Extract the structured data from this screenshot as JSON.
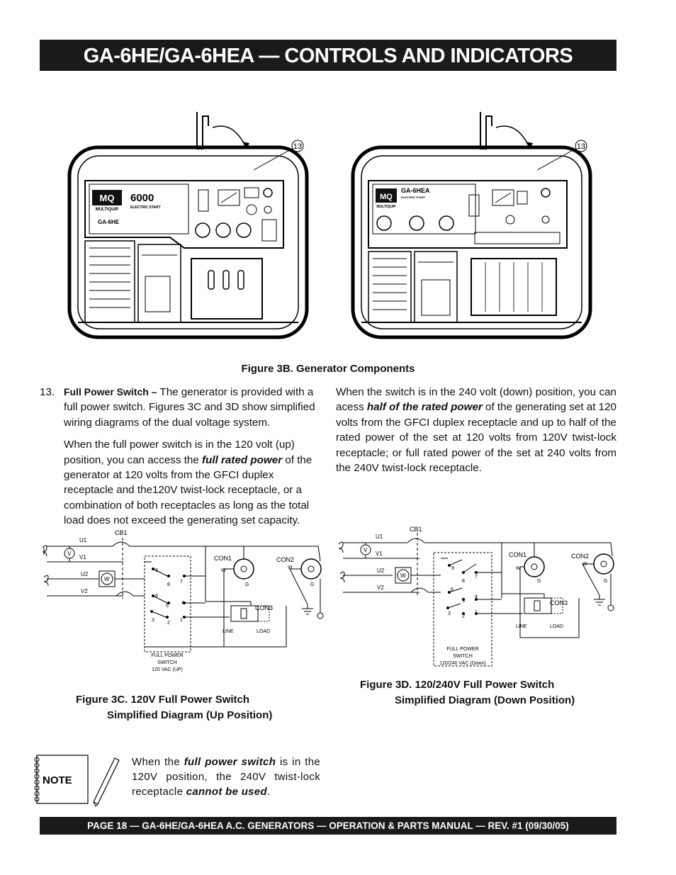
{
  "header": {
    "title": "GA-6HE/GA-6HEA — CONTROLS AND INDICATORS"
  },
  "figure_3b": {
    "caption": "Figure 3B.  Generator Components",
    "left": {
      "callout": "13",
      "brand": "MQ",
      "brand_sub": "MULTIQUIP",
      "model_big": "6000",
      "model_sub": "ELECTRIC START",
      "model": "GA-6HE"
    },
    "right": {
      "callout": "13",
      "brand": "MQ",
      "brand_sub": "MULTIQUIP",
      "model_big": "GA-6HEA",
      "model_sub": "ELECTRIC START"
    }
  },
  "section13": {
    "number": "13.",
    "heading": "Full Power  Switch –",
    "p1": " The generator is provided with a full power switch. Figures 3C and 3D show simplified wiring diagrams of the dual voltage system.",
    "p2_a": "When the full power switch is in the 120 volt (up) position, you can access the ",
    "p2_em": "full rated power",
    "p2_b": " of the generator at 120 volts from the GFCI duplex receptacle and the120V twist-lock  receptacle, or a combination of both receptacles as long as the total load does not exceed the generating set capacity.",
    "p3_a": "When the switch is in the 240 volt (down) position, you can acess ",
    "p3_em": "half of the rated power",
    "p3_b": " of the generating set at 120 volts from the GFCI duplex receptacle and up to half of the rated power of the set at 120 volts from 120V  twist-lock receptacle; or full rated power of the set at 240 volts from the 240V twist-lock receptacle."
  },
  "diagram_3c": {
    "labels": {
      "u1": "U1",
      "v1": "V1",
      "u2": "U2",
      "v2": "V2",
      "cb1": "CB1",
      "con1": "CON1",
      "con2": "CON2",
      "con3": "CON3",
      "w1": "W",
      "w2": "W",
      "g1": "G",
      "g2": "G",
      "line": "LINE",
      "load": "LOAD",
      "vmeter": "V",
      "wmeter": "W",
      "t9": "9",
      "t8": "8",
      "t7": "7",
      "t6": "6",
      "t5": "5",
      "t4": "4",
      "t3": "3",
      "t2": "2",
      "t1": "1"
    },
    "switch_label_1": "FULL POWER",
    "switch_label_2": "SWITCH",
    "switch_label_3": "120 VAC (UP)",
    "caption_1": "Figure 3C.  120V Full Power Switch",
    "caption_2": "Simplified Diagram (Up Position)"
  },
  "diagram_3d": {
    "labels": {
      "u1": "U1",
      "v1": "V1",
      "u2": "U2",
      "v2": "V2",
      "cb1": "CB1",
      "con1": "CON1",
      "con2": "CON2",
      "con3": "CON3",
      "w1": "W",
      "w2": "W",
      "g1": "G",
      "g2": "G",
      "line": "LINE",
      "load": "LOAD",
      "vmeter": "V",
      "wmeter": "W",
      "t9": "9",
      "t8": "8",
      "t7": "7",
      "t6": "6",
      "t5": "5",
      "t4": "4",
      "t3": "3",
      "t2": "2",
      "t1": "1"
    },
    "switch_label_1": "FULL POWER",
    "switch_label_2": "SWITCH",
    "switch_label_3": "120/240 VAC (Down)",
    "caption_1": "Figure 3D.  120/240V Full Power Switch",
    "caption_2": "Simplified Diagram (Down Position)"
  },
  "note": {
    "label": "NOTE",
    "text_a": "When the ",
    "text_em1": "full power switch",
    "text_b": " is in the 120V position, the 240V twist-lock receptacle ",
    "text_em2": "cannot be used",
    "text_c": "."
  },
  "footer": {
    "text": "PAGE 18 — GA-6HE/GA-6HEA A.C. GENERATORS — OPERATION & PARTS MANUAL — REV. #1  (09/30/05)"
  }
}
